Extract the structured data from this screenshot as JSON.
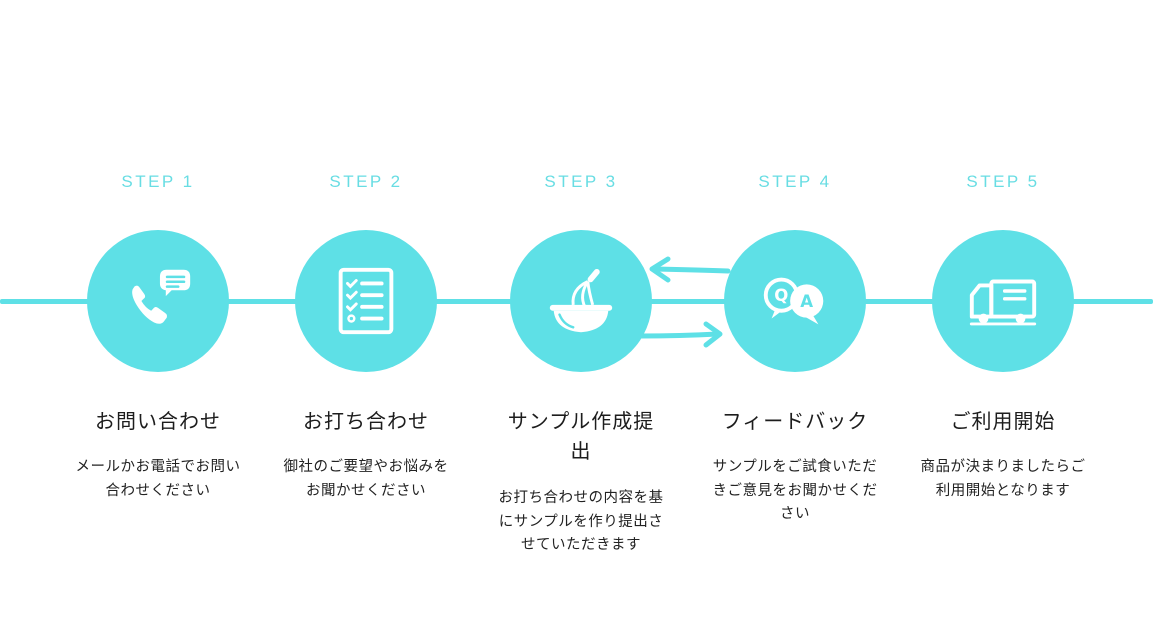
{
  "steps": [
    {
      "label": "STEP 1",
      "icon": "phone-chat-icon",
      "title": "お問い合わせ",
      "desc": "メールかお電話でお問い合わせください"
    },
    {
      "label": "STEP 2",
      "icon": "checklist-icon",
      "title": "お打ち合わせ",
      "desc": "御社のご要望やお悩みをお聞かせください"
    },
    {
      "label": "STEP 3",
      "icon": "whisk-bowl-icon",
      "title": "サンプル作成提出",
      "desc": "お打ち合わせの内容を基にサンプルを作り提出させていただきます"
    },
    {
      "label": "STEP 4",
      "icon": "qa-bubbles-icon",
      "title": "フィードバック",
      "desc": "サンプルをご試食いただきご意見をお聞かせください"
    },
    {
      "label": "STEP 5",
      "icon": "delivery-truck-icon",
      "title": "ご利用開始",
      "desc": "商品が決まりましたらご利用開始となります"
    }
  ],
  "colors": {
    "accent": "#5ee0e6",
    "label": "#68dde3",
    "text": "#222222"
  }
}
